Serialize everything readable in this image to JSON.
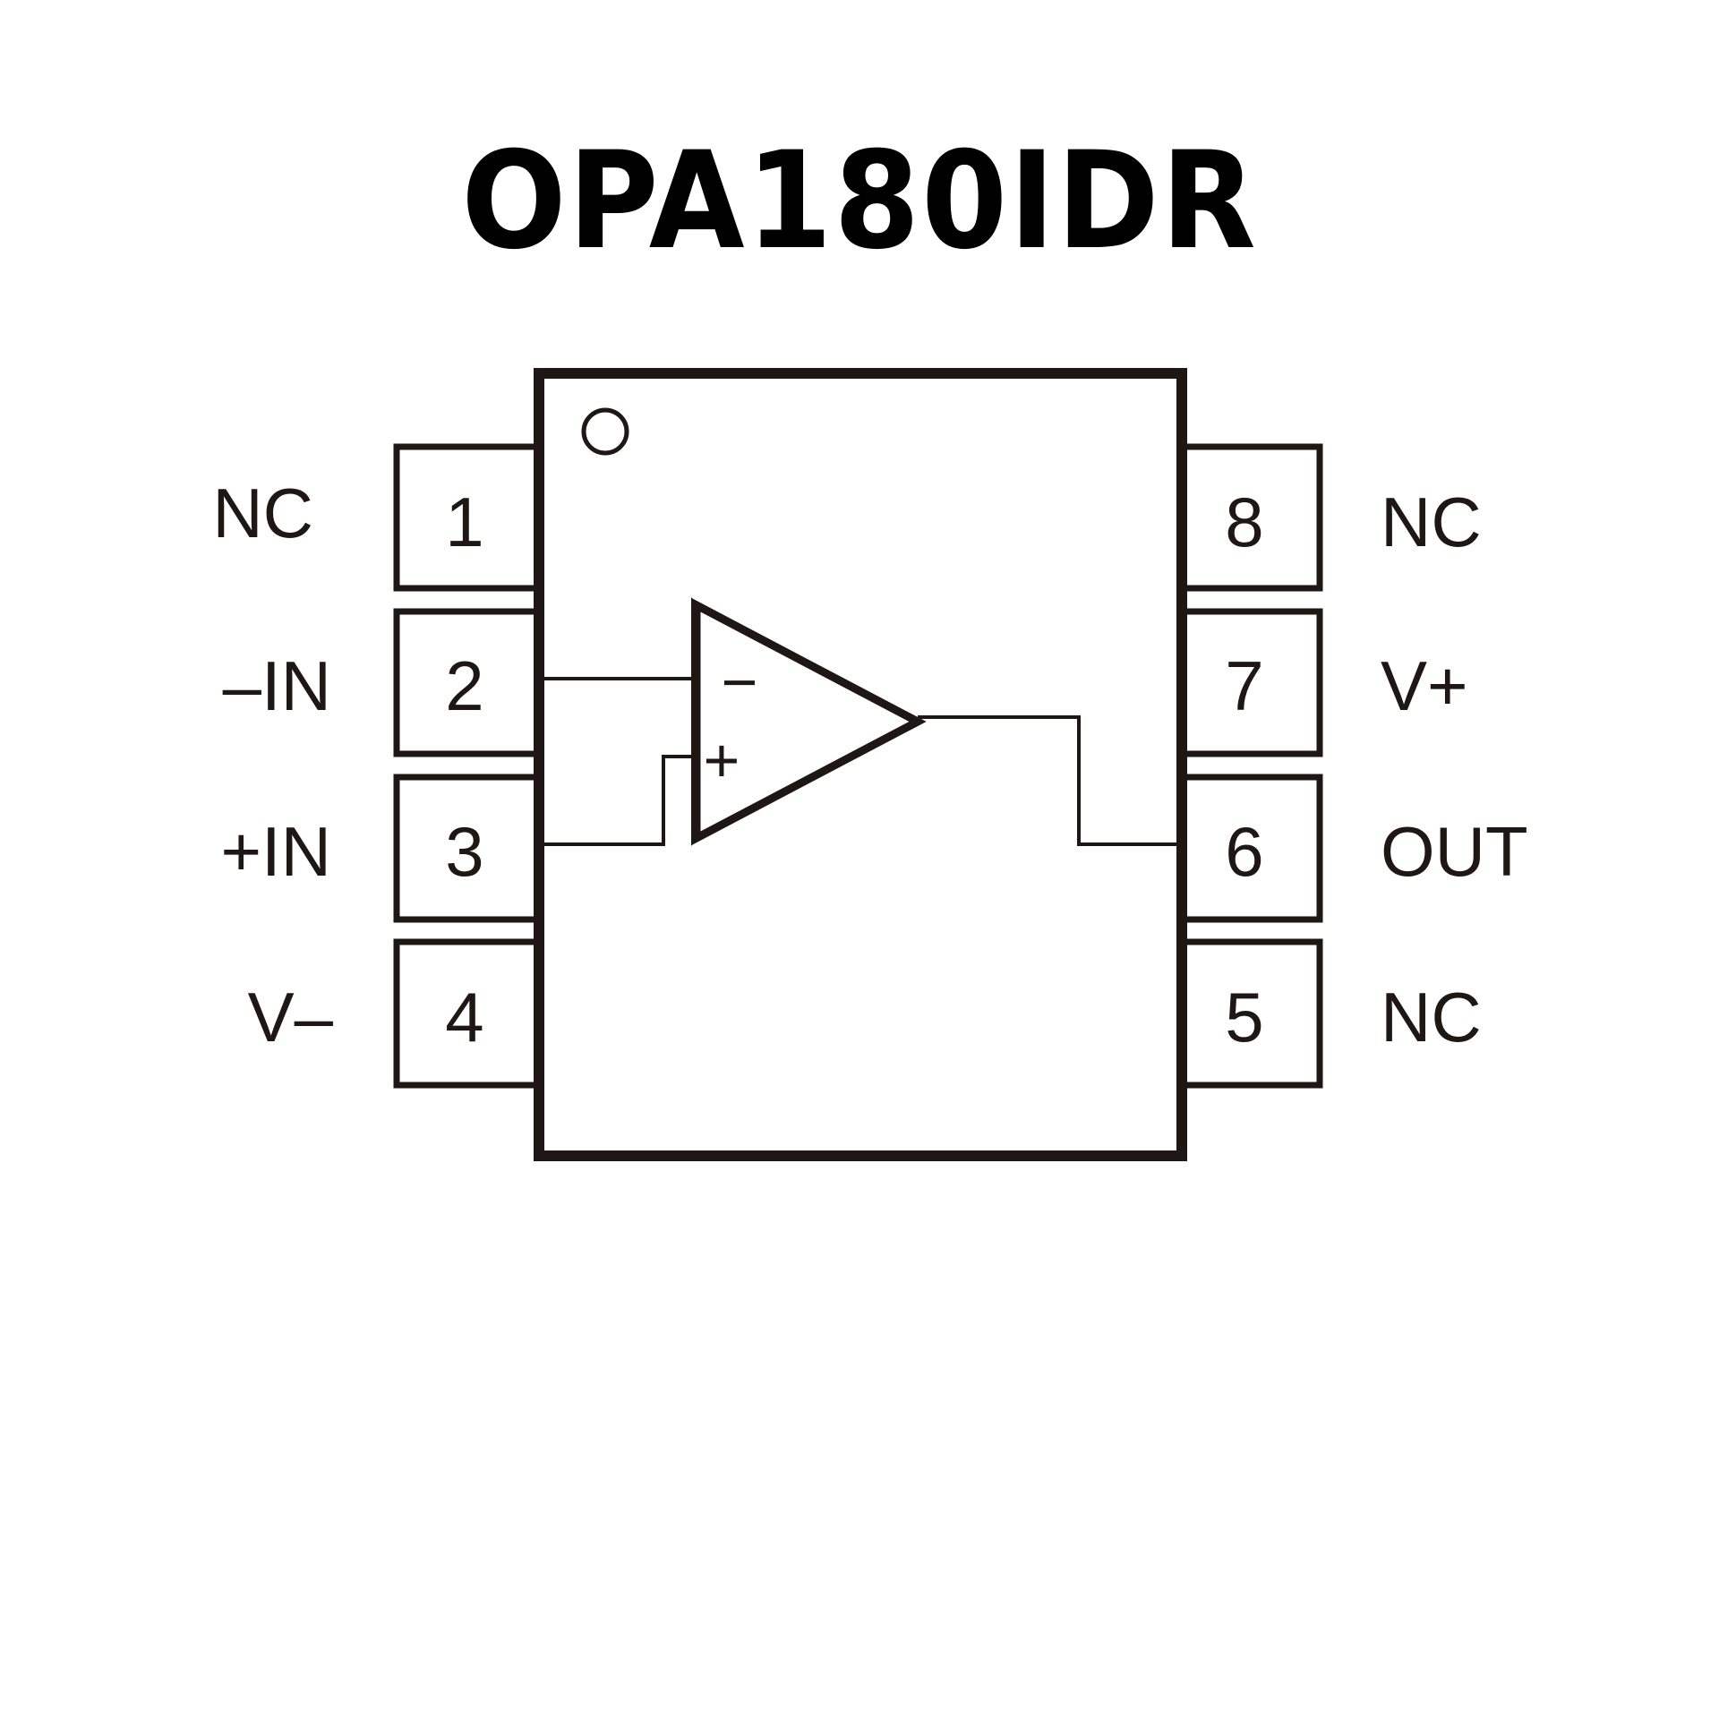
{
  "title": "OPA180IDR",
  "package": {
    "orientation_mark": "pin-1-dot",
    "left_pins": [
      {
        "number": "1",
        "label": "NC"
      },
      {
        "number": "2",
        "label": "–IN"
      },
      {
        "number": "3",
        "label": "+IN"
      },
      {
        "number": "4",
        "label": "V–"
      }
    ],
    "right_pins": [
      {
        "number": "8",
        "label": "NC"
      },
      {
        "number": "7",
        "label": "V+"
      },
      {
        "number": "6",
        "label": "OUT"
      },
      {
        "number": "5",
        "label": "NC"
      }
    ]
  },
  "opamp": {
    "inverting_sign": "−",
    "noninverting_sign": "+"
  },
  "colors": {
    "stroke": "#1e1714",
    "background": "#ffffff"
  }
}
